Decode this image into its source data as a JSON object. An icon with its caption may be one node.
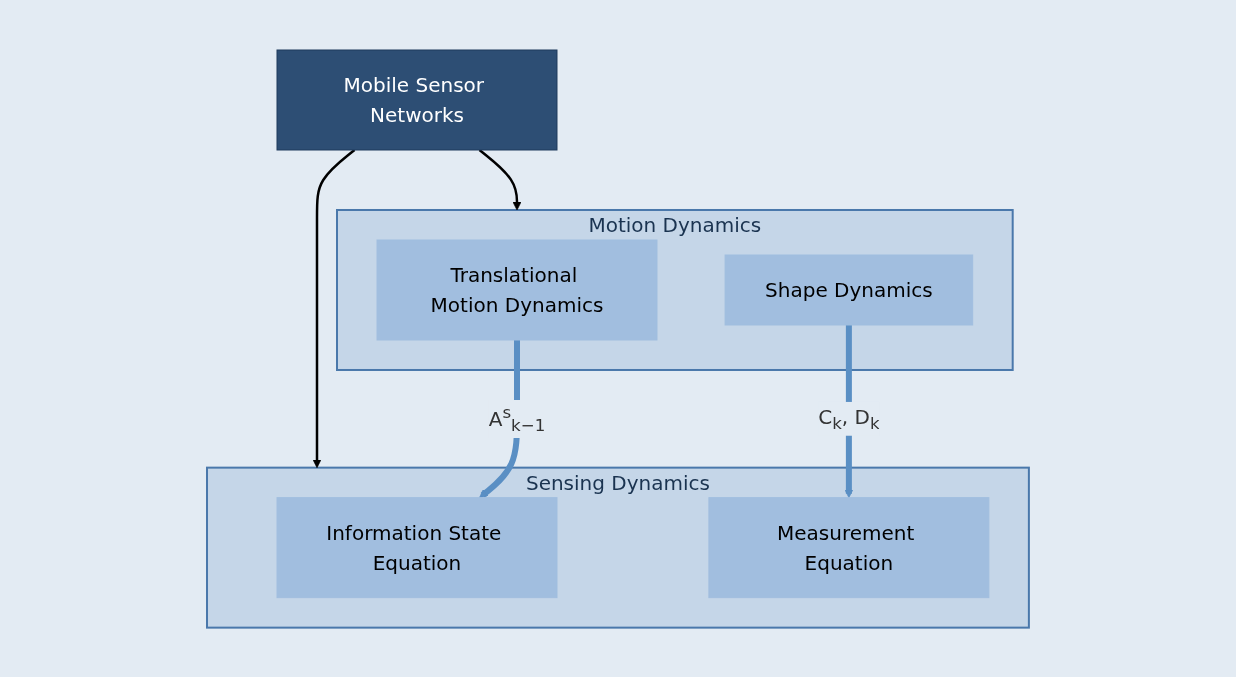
{
  "diagram": {
    "nodes": [
      {
        "text": [
          "Mobile Sensor Networks"
        ]
      },
      {
        "text": [
          "Sensing Dynamics"
        ]
      },
      {
        "text": [
          "Information State Equation"
        ],
        "in": 1
      },
      {
        "text": [
          "Measurement Equation"
        ],
        "in": 1
      },
      {
        "text": [
          "Motion Dynamics"
        ]
      },
      {
        "text": [
          "Translational Motion Dynamics"
        ],
        "in": 4
      },
      {
        "text": [
          "Shape Dynamics"
        ],
        "in": 4
      }
    ],
    "edges": [
      {
        "from": 0,
        "to": 1,
        "arrow": "to"
      },
      {
        "from": 0,
        "to": 4,
        "arrow": "to"
      },
      {
        "from": 5,
        "to": 2,
        "arrow": "to",
        "label": "A$^{s}$$_{k−1}$",
        "style": "thick",
        "color": "#5a8fc4"
      },
      {
        "from": 6,
        "to": 3,
        "arrow": "to",
        "label": "C$_{k}$, D$_{k}$",
        "style": "thick",
        "color": "#5a8fc4"
      }
    ]
  }
}
